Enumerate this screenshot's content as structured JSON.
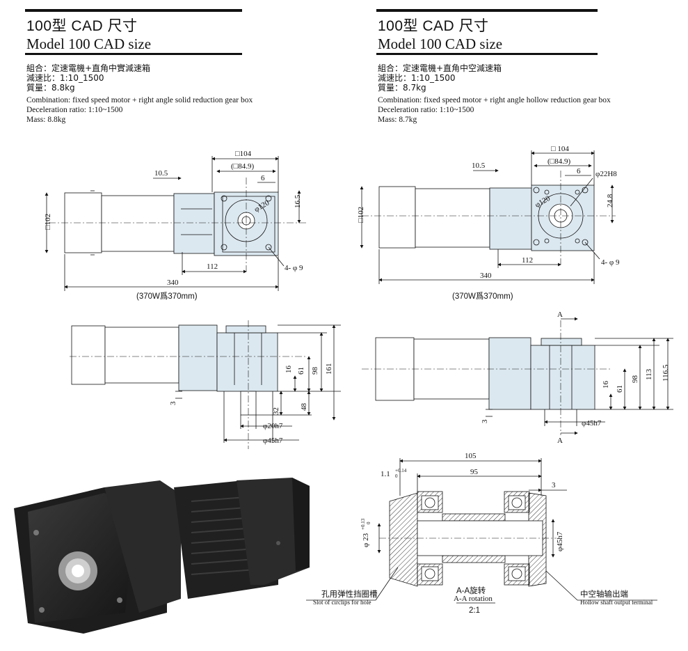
{
  "left": {
    "title_cn": "100型 CAD 尺寸",
    "title_en": "Model 100  CAD size",
    "spec_cn": [
      "組合：定速電機+直角中實減速箱",
      "減速比：1:10_1500",
      "質量：8.8kg"
    ],
    "spec_en": [
      "Combination: fixed speed motor + right angle solid reduction gear box",
      "Deceleration ratio: 1:10~1500",
      "Mass: 8.8kg"
    ],
    "top_view": {
      "dim_sq104": "□104",
      "dim_sq84": "(□84.9)",
      "dim_6": "6",
      "dim_16_5": "16.5",
      "dim_10_5": "10.5",
      "dim_phi120": "φ120",
      "dim_sq102": "□102",
      "dim_112": "112",
      "dim_4phi9": "4- φ 9",
      "dim_340": "340",
      "caption": "(370W爲370mm)"
    },
    "side_view": {
      "dim_16": "16",
      "dim_61": "61",
      "dim_98": "98",
      "dim_161": "161",
      "dim_3": "3",
      "dim_32": "32",
      "dim_48": "48",
      "dim_phi20h7": "φ20h7",
      "dim_phi45h7": "φ45h7"
    }
  },
  "right": {
    "title_cn": "100型 CAD 尺寸",
    "title_en": "Model 100  CAD size",
    "spec_cn": [
      "組合：定速電機+直角中空減速箱",
      "減速比：1:10_1500",
      "質量：8.7kg"
    ],
    "spec_en": [
      "Combination: fixed speed motor + right angle hollow reduction gear box",
      "Deceleration ratio: 1:10~1500",
      "Mass: 8.7kg"
    ],
    "top_view": {
      "dim_sq104": "□ 104",
      "dim_sq84": "(□84.9)",
      "dim_6": "6",
      "dim_phi22h8": "φ22H8",
      "dim_24_8": "24.8",
      "dim_10_5": "10.5",
      "dim_phi120": "φ120",
      "dim_sq102": "□102",
      "dim_112": "112",
      "dim_4phi9": "4- φ 9",
      "dim_340": "340",
      "caption": "(370W爲370mm)"
    },
    "side_view": {
      "section_a": "A",
      "dim_16": "16",
      "dim_61": "61",
      "dim_98": "98",
      "dim_113": "113",
      "dim_116_5": "116.5",
      "dim_3": "3",
      "dim_phi45h7": "φ45h7"
    },
    "section_view": {
      "dim_105": "105",
      "dim_95": "95",
      "dim_3": "3",
      "dim_1_1": "1.1",
      "tol_1_1_up": "+0.14",
      "tol_1_1_lo": "0",
      "dim_phi23": "φ 23",
      "tol_phi23_up": "+0.13",
      "tol_phi23_lo": "0",
      "dim_phi45h7": "φ45h7",
      "label_slot_cn": "孔用弹性挡圈槽",
      "label_slot_en": "Slot of circlips for hole",
      "label_rotation_cn": "A-A旋转",
      "label_rotation_en": "A-A rotation",
      "label_scale": "2:1",
      "label_hollow_cn": "中空轴输出端",
      "label_hollow_en": "Hollow shaft output terminal"
    }
  },
  "colors": {
    "line": "#111111",
    "fill_gear": "#dce8f0",
    "fill_motor": "#ffffff",
    "product_body": "#262626",
    "hatch": "#333333"
  }
}
